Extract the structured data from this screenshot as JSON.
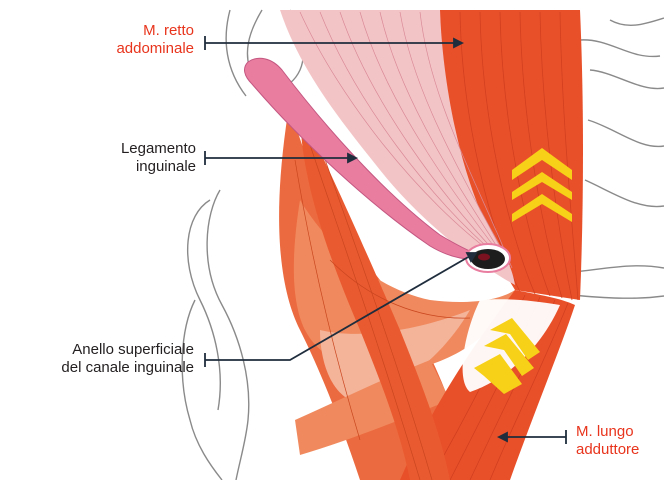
{
  "labels": {
    "retto": {
      "line1": "M. retto",
      "line2": "addominale",
      "color": "#e8341c"
    },
    "legamento": {
      "line1": "Legamento",
      "line2": "inguinale",
      "color": "#231f20"
    },
    "anello": {
      "line1": "Anello superficiale",
      "line2": "del canale inguinale",
      "color": "#231f20"
    },
    "lungo": {
      "line1": "M. lungo",
      "line2": "adduttore",
      "color": "#e8341c"
    }
  },
  "colors": {
    "muscle": "#e8502a",
    "muscle_light": "#f08a5e",
    "muscle_pale": "#f4b49a",
    "ligament": "#e87da0",
    "aponeurosis": "#f3c4c6",
    "bone_line": "#8a8a8a",
    "arrow_yellow": "#f7d117",
    "leader": "#1f2d3d"
  }
}
